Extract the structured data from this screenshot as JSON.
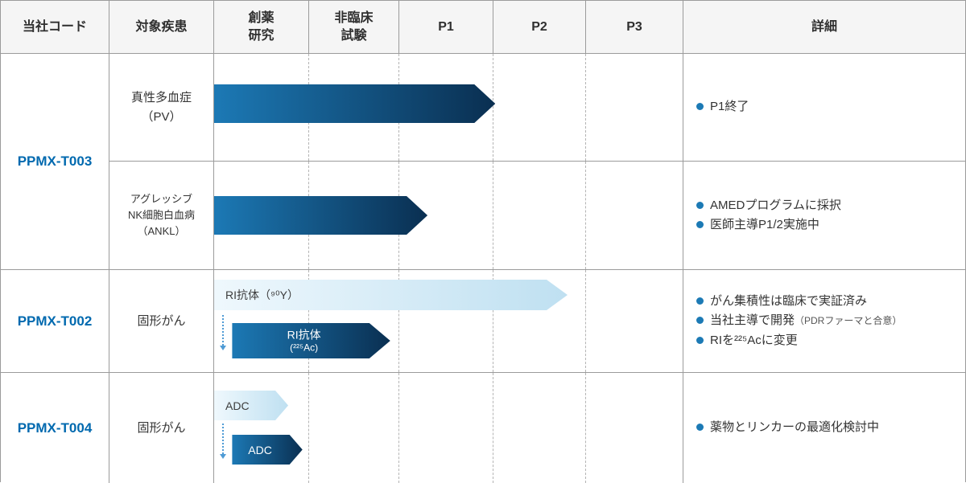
{
  "header": {
    "columns": [
      {
        "label": "当社コード"
      },
      {
        "label": "対象疾患"
      },
      {
        "label": "創薬\n研究"
      },
      {
        "label": "非臨床\n試験"
      },
      {
        "label": "P1"
      },
      {
        "label": "P2"
      },
      {
        "label": "P3"
      },
      {
        "label": "詳細"
      }
    ]
  },
  "colors": {
    "accent_blue": "#0069af",
    "arrow_dark_start": "#1c79b5",
    "arrow_dark_end": "#0a2f51",
    "arrow_light_start": "#eff8fd",
    "arrow_light_end": "#bfe0f1",
    "bullet": "#1c7ab5",
    "connector": "#4f9bd5"
  },
  "programs": [
    {
      "code": "PPMX-T003",
      "subrows": [
        {
          "disease": "真性多血症\n（PV）",
          "details": [
            {
              "text": "P1終了",
              "note": ""
            }
          ]
        },
        {
          "disease": "アグレッシブ\nNK細胞白血病\n（ANKL）",
          "details": [
            {
              "text": "AMEDプログラムに採択",
              "note": ""
            },
            {
              "text": "医師主導P1/2実施中",
              "note": ""
            }
          ]
        }
      ]
    },
    {
      "code": "PPMX-T002",
      "disease": "固形がん",
      "details": [
        {
          "text": "がん集積性は臨床で実証済み",
          "note": ""
        },
        {
          "text": "当社主導で開発",
          "note": "（PDRファーマと合意）"
        },
        {
          "text": "RIを²²⁵Acに変更",
          "note": ""
        }
      ]
    },
    {
      "code": "PPMX-T004",
      "disease": "固形がん",
      "details": [
        {
          "text": "薬物とリンカーの最適化検討中",
          "note": ""
        }
      ]
    }
  ],
  "chart_data": {
    "type": "bar",
    "orientation": "horizontal",
    "stage_axis": [
      "創薬研究",
      "非臨床試験",
      "P1",
      "P2",
      "P3"
    ],
    "bars": [
      {
        "slot": "t003-pv",
        "program": "PPMX-T003",
        "indication": "真性多血症（PV）",
        "label": "",
        "start_stage": 0,
        "end_stage": 3.02,
        "style": "dark"
      },
      {
        "slot": "t003-ankl",
        "program": "PPMX-T003",
        "indication": "アグレッシブNK細胞白血病（ANKL）",
        "label": "",
        "start_stage": 0,
        "end_stage": 2.3,
        "style": "dark"
      },
      {
        "slot": "t002-90y",
        "program": "PPMX-T002",
        "indication": "固形がん",
        "label": "RI抗体（⁹⁰Y）",
        "start_stage": 0,
        "end_stage": 3.8,
        "style": "light"
      },
      {
        "slot": "t002-225ac",
        "program": "PPMX-T002",
        "indication": "固形がん",
        "label_line1": "RI抗体",
        "label_line2": "(²²⁵Ac)",
        "start_stage": 0.19,
        "end_stage": 1.9,
        "style": "dark"
      },
      {
        "slot": "t004-adc-old",
        "program": "PPMX-T004",
        "indication": "固形がん",
        "label": "ADC",
        "start_stage": 0,
        "end_stage": 0.78,
        "style": "light"
      },
      {
        "slot": "t004-adc-new",
        "program": "PPMX-T004",
        "indication": "固形がん",
        "label": "ADC",
        "start_stage": 0.19,
        "end_stage": 0.93,
        "style": "dark"
      }
    ]
  }
}
